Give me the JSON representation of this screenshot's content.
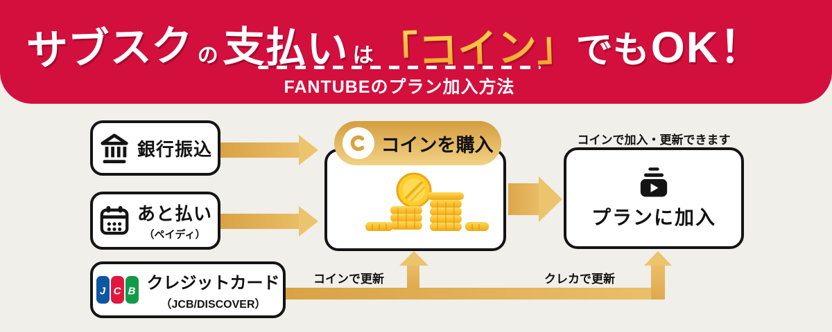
{
  "banner": {
    "bg_color": "#d30f3d",
    "title_parts": [
      {
        "text": "サブスク"
      },
      {
        "text": "の"
      },
      {
        "text": "支払い"
      },
      {
        "text": "は"
      },
      {
        "text": "「コイン」"
      },
      {
        "text": "でも"
      },
      {
        "text": "OK！"
      }
    ],
    "gold_text_colors": [
      "#ffd84f",
      "#eda22b"
    ],
    "subtitle": "FANTUBEのプラン加入方法"
  },
  "flow": {
    "sources": [
      {
        "icon": "bank-icon",
        "label": "銀行振込",
        "sub": ""
      },
      {
        "icon": "calendar-icon",
        "label": "あと払い",
        "sub": "（ペイディ）"
      },
      {
        "icon": "jcb-logo",
        "label": "クレジットカード",
        "sub": "（JCB/DISCOVER）"
      }
    ],
    "jcb_letters": [
      "J",
      "C",
      "B"
    ],
    "coin_box": {
      "badge_icon": "coin-c-icon",
      "badge_label": "コインを購入",
      "illustration": "gold-coin-stacks"
    },
    "plan_box": {
      "note_above": "コインで加入・更新できます",
      "icon": "subscriptions-icon",
      "label": "プランに加入"
    },
    "renew_labels": {
      "coin": "コインで更新",
      "card": "クレカで更新"
    },
    "colors": {
      "arrow_dark": "#d9a245",
      "arrow_light": "#ecc46d",
      "background": "#f0efe9",
      "coin_gold": "#f7b71b"
    }
  }
}
